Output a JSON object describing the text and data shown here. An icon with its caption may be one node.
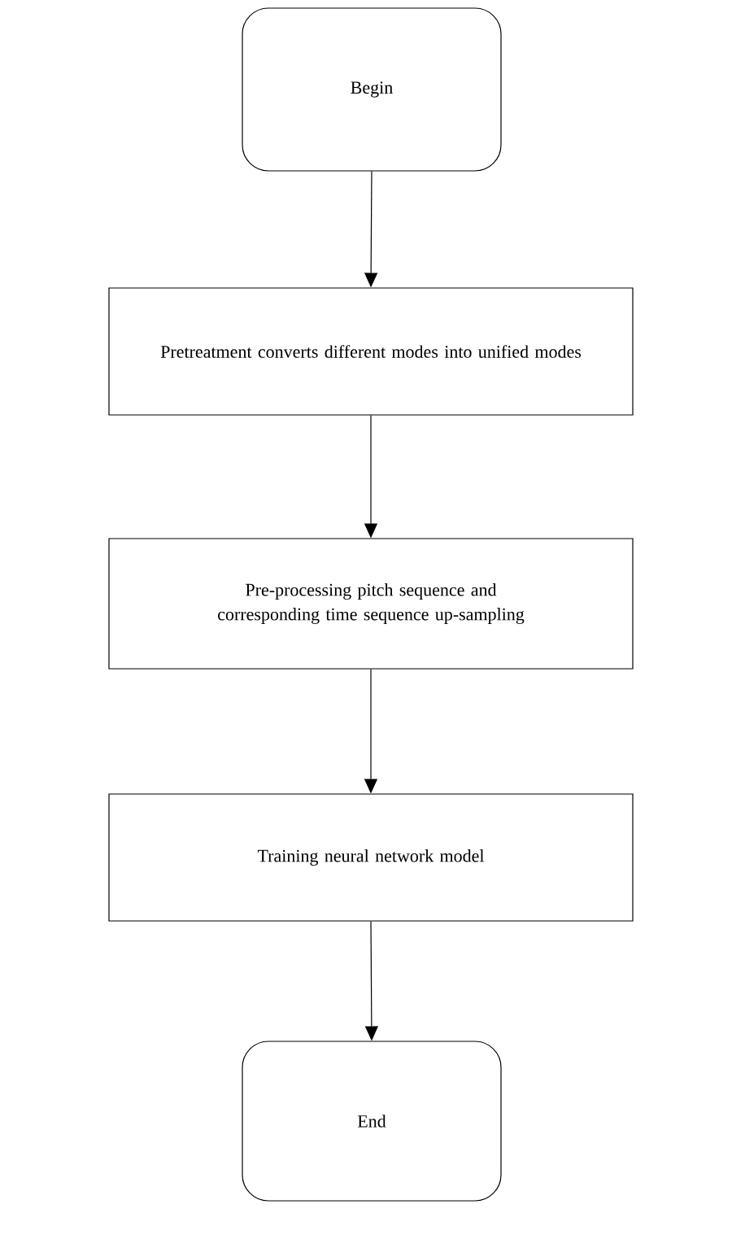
{
  "diagram": {
    "nodes": [
      {
        "text": [
          "Begin"
        ]
      },
      {
        "text": [
          "Pretreatment converts different modes into unified modes"
        ]
      },
      {
        "text": [
          "Pre-processing pitch sequence and corresponding time sequence up-sampling"
        ]
      },
      {
        "text": [
          "Training neural network model"
        ]
      },
      {
        "text": [
          "End"
        ]
      }
    ],
    "edges": [
      {
        "from": 0,
        "to": 1,
        "arrow": "to"
      },
      {
        "from": 1,
        "to": 2,
        "arrow": "to"
      },
      {
        "from": 2,
        "to": 3,
        "arrow": "to"
      },
      {
        "from": 3,
        "to": 4,
        "arrow": "to"
      }
    ]
  }
}
